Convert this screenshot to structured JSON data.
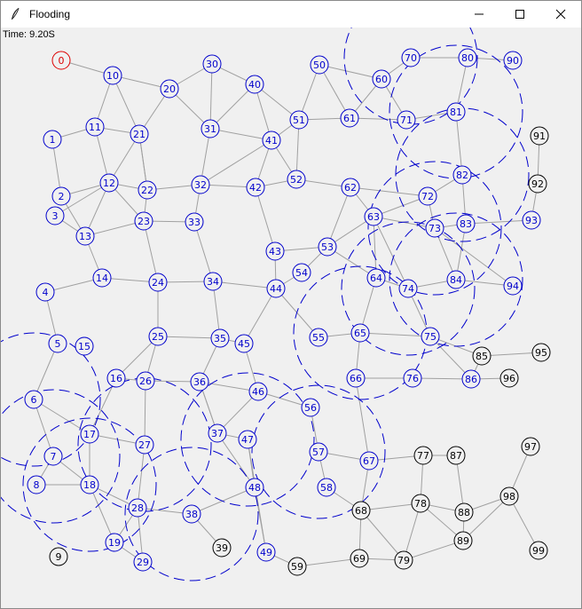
{
  "window": {
    "title": "Flooding",
    "minimize": "—",
    "maximize": "☐",
    "close": "✕"
  },
  "status": {
    "time": "Time: 9.20S"
  },
  "colors": {
    "active": "#0000cc",
    "inactive": "#000000",
    "source": "#dd0000",
    "edge": "#a0a0a0",
    "bg": "#f0f0f0"
  },
  "nodes": [
    {
      "id": "0",
      "state": "source"
    },
    {
      "id": "1",
      "state": "active"
    },
    {
      "id": "2",
      "state": "active"
    },
    {
      "id": "3",
      "state": "active"
    },
    {
      "id": "4",
      "state": "active"
    },
    {
      "id": "5",
      "state": "active"
    },
    {
      "id": "6",
      "state": "active"
    },
    {
      "id": "7",
      "state": "active"
    },
    {
      "id": "8",
      "state": "active"
    },
    {
      "id": "9",
      "state": "inactive"
    },
    {
      "id": "10",
      "state": "active"
    },
    {
      "id": "11",
      "state": "active"
    },
    {
      "id": "12",
      "state": "active"
    },
    {
      "id": "13",
      "state": "active"
    },
    {
      "id": "14",
      "state": "active"
    },
    {
      "id": "15",
      "state": "active"
    },
    {
      "id": "16",
      "state": "active"
    },
    {
      "id": "17",
      "state": "active"
    },
    {
      "id": "18",
      "state": "active"
    },
    {
      "id": "19",
      "state": "active"
    },
    {
      "id": "20",
      "state": "active"
    },
    {
      "id": "21",
      "state": "active"
    },
    {
      "id": "22",
      "state": "active"
    },
    {
      "id": "23",
      "state": "active"
    },
    {
      "id": "24",
      "state": "active"
    },
    {
      "id": "25",
      "state": "active"
    },
    {
      "id": "26",
      "state": "active"
    },
    {
      "id": "27",
      "state": "active"
    },
    {
      "id": "28",
      "state": "active"
    },
    {
      "id": "29",
      "state": "active"
    },
    {
      "id": "30",
      "state": "active"
    },
    {
      "id": "31",
      "state": "active"
    },
    {
      "id": "32",
      "state": "active"
    },
    {
      "id": "33",
      "state": "active"
    },
    {
      "id": "34",
      "state": "active"
    },
    {
      "id": "35",
      "state": "active"
    },
    {
      "id": "36",
      "state": "active"
    },
    {
      "id": "37",
      "state": "active"
    },
    {
      "id": "38",
      "state": "active"
    },
    {
      "id": "39",
      "state": "inactive"
    },
    {
      "id": "40",
      "state": "active"
    },
    {
      "id": "41",
      "state": "active"
    },
    {
      "id": "42",
      "state": "active"
    },
    {
      "id": "43",
      "state": "active"
    },
    {
      "id": "44",
      "state": "active"
    },
    {
      "id": "45",
      "state": "active"
    },
    {
      "id": "46",
      "state": "active"
    },
    {
      "id": "47",
      "state": "active"
    },
    {
      "id": "48",
      "state": "active"
    },
    {
      "id": "49",
      "state": "active"
    },
    {
      "id": "50",
      "state": "active"
    },
    {
      "id": "51",
      "state": "active"
    },
    {
      "id": "52",
      "state": "active"
    },
    {
      "id": "53",
      "state": "active"
    },
    {
      "id": "54",
      "state": "active"
    },
    {
      "id": "55",
      "state": "active"
    },
    {
      "id": "56",
      "state": "active"
    },
    {
      "id": "57",
      "state": "active"
    },
    {
      "id": "58",
      "state": "active"
    },
    {
      "id": "59",
      "state": "inactive"
    },
    {
      "id": "60",
      "state": "active"
    },
    {
      "id": "61",
      "state": "active"
    },
    {
      "id": "62",
      "state": "active"
    },
    {
      "id": "63",
      "state": "active"
    },
    {
      "id": "64",
      "state": "active"
    },
    {
      "id": "65",
      "state": "active"
    },
    {
      "id": "66",
      "state": "active"
    },
    {
      "id": "67",
      "state": "active"
    },
    {
      "id": "68",
      "state": "inactive"
    },
    {
      "id": "69",
      "state": "inactive"
    },
    {
      "id": "70",
      "state": "active"
    },
    {
      "id": "71",
      "state": "active"
    },
    {
      "id": "72",
      "state": "active"
    },
    {
      "id": "73",
      "state": "active"
    },
    {
      "id": "74",
      "state": "active"
    },
    {
      "id": "75",
      "state": "active"
    },
    {
      "id": "76",
      "state": "active"
    },
    {
      "id": "77",
      "state": "inactive"
    },
    {
      "id": "78",
      "state": "inactive"
    },
    {
      "id": "79",
      "state": "inactive"
    },
    {
      "id": "80",
      "state": "active"
    },
    {
      "id": "81",
      "state": "active"
    },
    {
      "id": "82",
      "state": "active"
    },
    {
      "id": "83",
      "state": "active"
    },
    {
      "id": "84",
      "state": "active"
    },
    {
      "id": "85",
      "state": "inactive"
    },
    {
      "id": "86",
      "state": "active"
    },
    {
      "id": "87",
      "state": "inactive"
    },
    {
      "id": "88",
      "state": "inactive"
    },
    {
      "id": "89",
      "state": "inactive"
    },
    {
      "id": "90",
      "state": "active"
    },
    {
      "id": "91",
      "state": "inactive"
    },
    {
      "id": "92",
      "state": "inactive"
    },
    {
      "id": "93",
      "state": "active"
    },
    {
      "id": "94",
      "state": "active"
    },
    {
      "id": "95",
      "state": "inactive"
    },
    {
      "id": "96",
      "state": "inactive"
    },
    {
      "id": "97",
      "state": "inactive"
    },
    {
      "id": "98",
      "state": "inactive"
    },
    {
      "id": "99",
      "state": "inactive"
    }
  ],
  "transmitting": [
    "6",
    "7",
    "18",
    "27",
    "38",
    "47",
    "57",
    "65",
    "74",
    "81",
    "82",
    "73",
    "84",
    "70"
  ],
  "edges": [
    [
      0,
      10
    ],
    [
      10,
      11
    ],
    [
      10,
      20
    ],
    [
      10,
      21
    ],
    [
      20,
      30
    ],
    [
      20,
      21
    ],
    [
      20,
      31
    ],
    [
      30,
      31
    ],
    [
      30,
      40
    ],
    [
      31,
      40
    ],
    [
      31,
      41
    ],
    [
      31,
      32
    ],
    [
      40,
      41
    ],
    [
      40,
      51
    ],
    [
      41,
      51
    ],
    [
      41,
      52
    ],
    [
      41,
      42
    ],
    [
      50,
      51
    ],
    [
      50,
      61
    ],
    [
      51,
      61
    ],
    [
      51,
      52
    ],
    [
      61,
      71
    ],
    [
      61,
      60
    ],
    [
      60,
      50
    ],
    [
      60,
      70
    ],
    [
      60,
      71
    ],
    [
      70,
      80
    ],
    [
      80,
      90
    ],
    [
      80,
      81
    ],
    [
      81,
      71
    ],
    [
      81,
      82
    ],
    [
      82,
      72
    ],
    [
      82,
      83
    ],
    [
      72,
      73
    ],
    [
      73,
      83
    ],
    [
      73,
      63
    ],
    [
      72,
      63
    ],
    [
      83,
      93
    ],
    [
      91,
      92
    ],
    [
      92,
      93
    ],
    [
      62,
      63
    ],
    [
      62,
      53
    ],
    [
      52,
      62
    ],
    [
      42,
      52
    ],
    [
      32,
      42
    ],
    [
      32,
      33
    ],
    [
      22,
      32
    ],
    [
      22,
      21
    ],
    [
      12,
      22
    ],
    [
      11,
      12
    ],
    [
      11,
      21
    ],
    [
      1,
      2
    ],
    [
      1,
      11
    ],
    [
      2,
      12
    ],
    [
      2,
      13
    ],
    [
      3,
      12
    ],
    [
      3,
      13
    ],
    [
      12,
      13
    ],
    [
      12,
      23
    ],
    [
      13,
      23
    ],
    [
      22,
      23
    ],
    [
      23,
      33
    ],
    [
      12,
      21
    ],
    [
      21,
      22
    ],
    [
      13,
      14
    ],
    [
      14,
      24
    ],
    [
      23,
      24
    ],
    [
      24,
      34
    ],
    [
      33,
      34
    ],
    [
      4,
      14
    ],
    [
      4,
      5
    ],
    [
      5,
      6
    ],
    [
      6,
      7
    ],
    [
      7,
      8
    ],
    [
      8,
      18
    ],
    [
      7,
      18
    ],
    [
      16,
      17
    ],
    [
      17,
      18
    ],
    [
      17,
      27
    ],
    [
      18,
      19
    ],
    [
      18,
      28
    ],
    [
      19,
      28
    ],
    [
      19,
      29
    ],
    [
      28,
      29
    ],
    [
      27,
      28
    ],
    [
      28,
      38
    ],
    [
      16,
      26
    ],
    [
      25,
      26
    ],
    [
      24,
      25
    ],
    [
      25,
      35
    ],
    [
      25,
      16
    ],
    [
      26,
      36
    ],
    [
      35,
      36
    ],
    [
      34,
      35
    ],
    [
      35,
      45
    ],
    [
      36,
      46
    ],
    [
      45,
      46
    ],
    [
      36,
      37
    ],
    [
      37,
      47
    ],
    [
      37,
      48
    ],
    [
      47,
      48
    ],
    [
      46,
      56
    ],
    [
      46,
      37
    ],
    [
      48,
      49
    ],
    [
      38,
      39
    ],
    [
      49,
      59
    ],
    [
      38,
      48
    ],
    [
      44,
      45
    ],
    [
      44,
      34
    ],
    [
      43,
      44
    ],
    [
      43,
      53
    ],
    [
      53,
      54
    ],
    [
      43,
      42
    ],
    [
      44,
      55
    ],
    [
      55,
      65
    ],
    [
      53,
      64
    ],
    [
      63,
      64
    ],
    [
      64,
      65
    ],
    [
      63,
      74
    ],
    [
      74,
      84
    ],
    [
      84,
      73
    ],
    [
      74,
      75
    ],
    [
      65,
      66
    ],
    [
      66,
      76
    ],
    [
      76,
      86
    ],
    [
      75,
      86
    ],
    [
      75,
      85
    ],
    [
      85,
      95
    ],
    [
      85,
      86
    ],
    [
      86,
      96
    ],
    [
      84,
      94
    ],
    [
      83,
      84
    ],
    [
      65,
      75
    ],
    [
      66,
      67
    ],
    [
      56,
      57
    ],
    [
      57,
      58
    ],
    [
      57,
      67
    ],
    [
      58,
      68
    ],
    [
      67,
      68
    ],
    [
      67,
      77
    ],
    [
      68,
      78
    ],
    [
      77,
      78
    ],
    [
      77,
      87
    ],
    [
      78,
      88
    ],
    [
      78,
      79
    ],
    [
      87,
      88
    ],
    [
      88,
      89
    ],
    [
      88,
      98
    ],
    [
      78,
      89
    ],
    [
      89,
      98
    ],
    [
      97,
      98
    ],
    [
      98,
      99
    ],
    [
      68,
      69
    ],
    [
      59,
      69
    ],
    [
      69,
      79
    ],
    [
      49,
      47
    ],
    [
      26,
      27
    ],
    [
      37,
      36
    ],
    [
      53,
      63
    ],
    [
      64,
      74
    ],
    [
      41,
      32
    ],
    [
      62,
      72
    ],
    [
      54,
      44
    ],
    [
      73,
      94
    ],
    [
      6,
      17
    ],
    [
      79,
      89
    ],
    [
      68,
      79
    ]
  ]
}
